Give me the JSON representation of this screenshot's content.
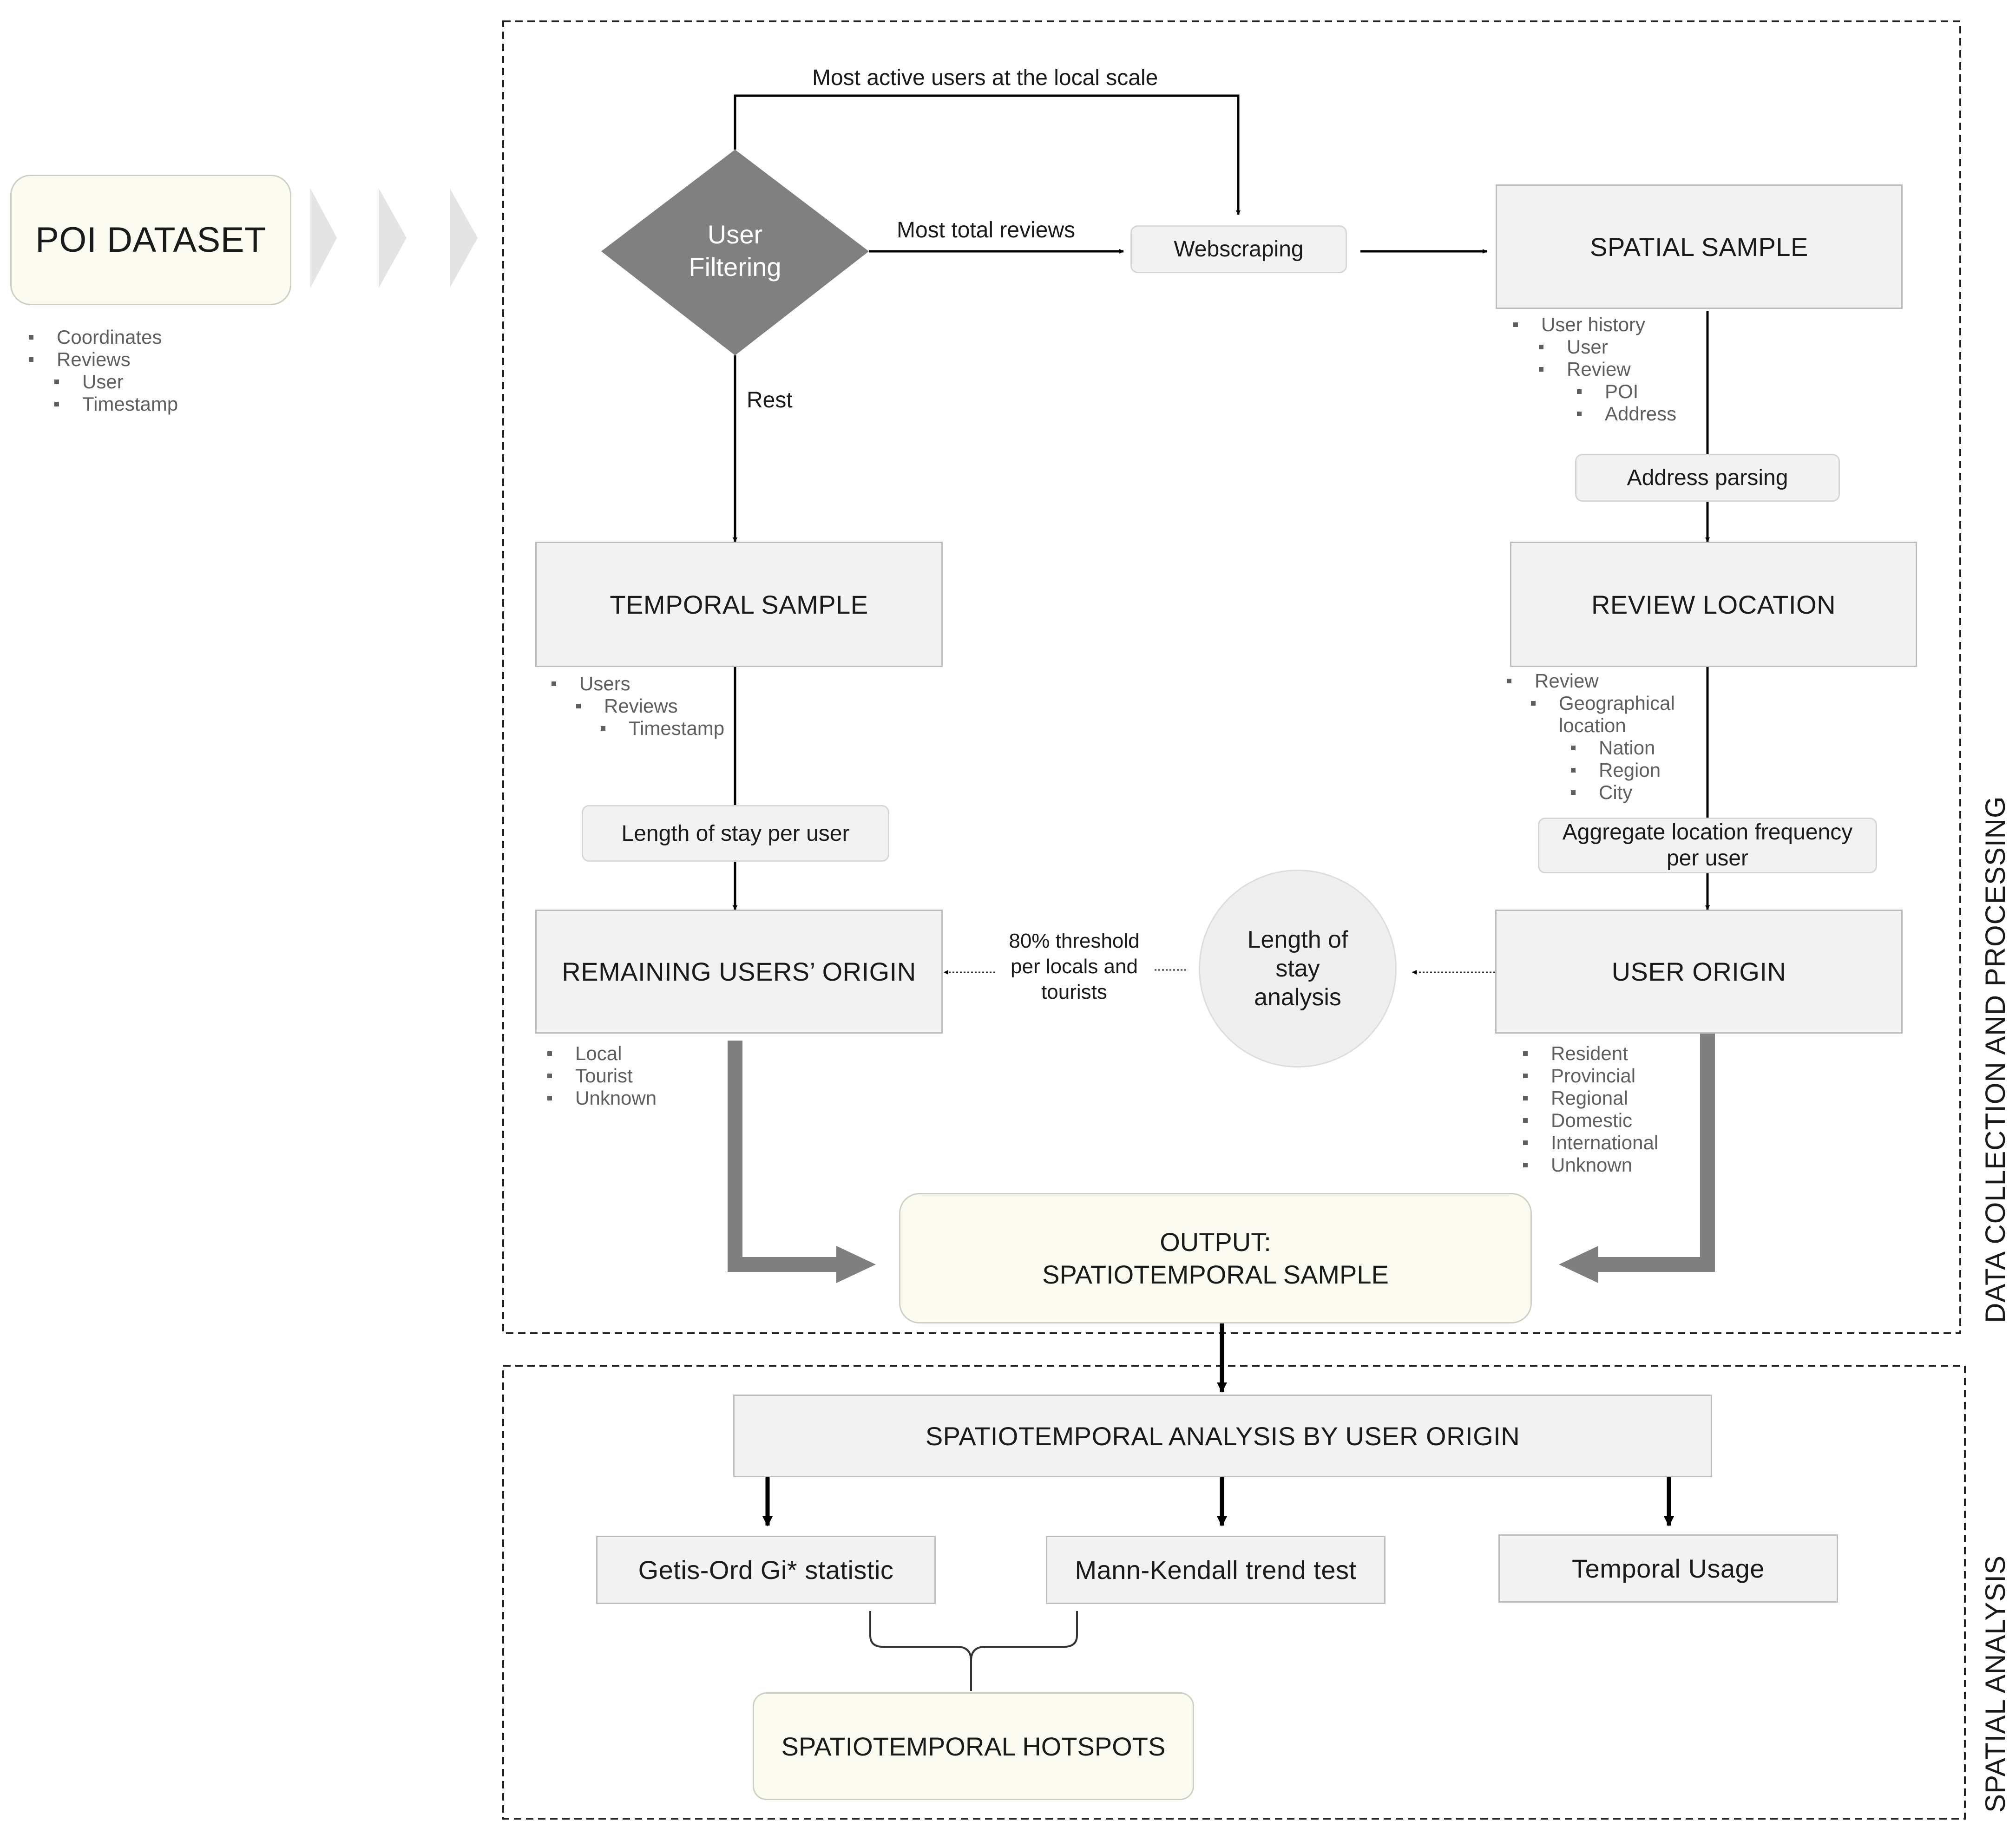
{
  "poi": {
    "title": "POI DATASET",
    "attributes": [
      "Coordinates",
      "Reviews",
      "User",
      "Timestamp"
    ]
  },
  "sections": {
    "data_collection": "DATA COLLECTION AND PROCESSING",
    "spatial_analysis": "SPATIAL ANALYSIS"
  },
  "decision": {
    "line1": "User",
    "line2": "Filtering",
    "top_label": "Most active users at the local scale",
    "right_label": "Most total reviews",
    "down_label": "Rest"
  },
  "webscraping": "Webscraping",
  "spatial_sample": {
    "title": "SPATIAL SAMPLE",
    "items": [
      "User history",
      "User",
      "Review",
      "POI",
      "Address"
    ]
  },
  "address_parsing": "Address parsing",
  "review_location": {
    "title": "REVIEW LOCATION",
    "items": [
      "Review",
      "Geographical",
      "location",
      "Nation",
      "Region",
      "City"
    ]
  },
  "aggregate": {
    "line1": "Aggregate location frequency",
    "line2": "per user"
  },
  "user_origin": {
    "title": "USER ORIGIN",
    "items": [
      "Resident",
      "Provincial",
      "Regional",
      "Domestic",
      "International",
      "Unknown"
    ]
  },
  "length_analysis": {
    "line1": "Length of",
    "line2": "stay",
    "line3": "analysis"
  },
  "threshold": {
    "line1": "80% threshold",
    "line2": "per locals and",
    "line3": "tourists"
  },
  "temporal_sample": {
    "title": "TEMPORAL SAMPLE",
    "items": [
      "Users",
      "Reviews",
      "Timestamp"
    ]
  },
  "length_of_stay": "Length of stay per user",
  "remaining_origin": {
    "title": "REMAINING USERS’ ORIGIN",
    "items": [
      "Local",
      "Tourist",
      "Unknown"
    ]
  },
  "output": {
    "line1": "OUTPUT:",
    "line2": "SPATIOTEMPORAL SAMPLE"
  },
  "analysis": {
    "title": "SPATIOTEMPORAL ANALYSIS BY USER ORIGIN",
    "methods": [
      "Getis-Ord Gi* statistic",
      "Mann-Kendall trend test",
      "Temporal Usage"
    ]
  },
  "hotspots": "SPATIOTEMPORAL HOTSPOTS",
  "colors": {
    "cream": "#fcfbf1",
    "box_gray": "#f2f2f2",
    "diamond": "#808080",
    "thick_arrow": "#7f7f7f"
  }
}
